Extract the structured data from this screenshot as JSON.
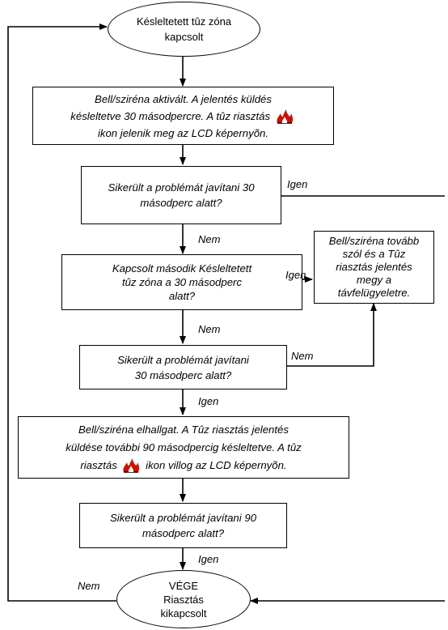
{
  "nodes": {
    "start": {
      "line1": "Késleltetett tûz zóna",
      "line2": "kapcsolt"
    },
    "activate": {
      "line1": "Bell/sziréna aktivált. A jelentés küldés",
      "line2": "késleltetve 30 másodpercre. A tûz riasztás",
      "line3": "ikon jelenik meg az LCD képernyõn."
    },
    "q1": {
      "line1": "Sikerült a problémát javítani 30",
      "line2": "másodperc alatt?"
    },
    "q2": {
      "line1": "Kapcsolt második Késleltetett",
      "line2": "tûz zóna a 30 másodperc",
      "line3": "alatt?"
    },
    "report": {
      "line1": "Bell/sziréna tovább",
      "line2": "szól és a Tûz",
      "line3": "riasztás jelentés",
      "line4": "megy a",
      "line5": "távfelügyeletre."
    },
    "q3": {
      "line1": "Sikerült a problémát javítani",
      "line2": "30 másodperc alatt?"
    },
    "silence": {
      "line1": "Bell/sziréna elhallgat. A Tûz riasztás jelentés",
      "line2": "küldése további 90 másodpercig késleltetve. A tûz",
      "line3a": "riasztás",
      "line3b": "ikon villog az LCD képernyõn."
    },
    "q4": {
      "line1": "Sikerült a problémát javítani 90",
      "line2": "másodperc alatt?"
    },
    "end": {
      "line1": "VÉGE",
      "line2": "Riasztás",
      "line3": "kikapcsolt"
    }
  },
  "edges": {
    "q1_yes": "Igen",
    "q1_no": "Nem",
    "q2_yes": "Igen",
    "q2_no": "Nem",
    "q3_no": "Nem",
    "q3_yes": "Igen",
    "q4_yes": "Igen",
    "end_no": "Nem"
  },
  "icons": {
    "fire": "fire-icon"
  },
  "colors": {
    "fire": "#cc1100",
    "line": "#000000"
  }
}
